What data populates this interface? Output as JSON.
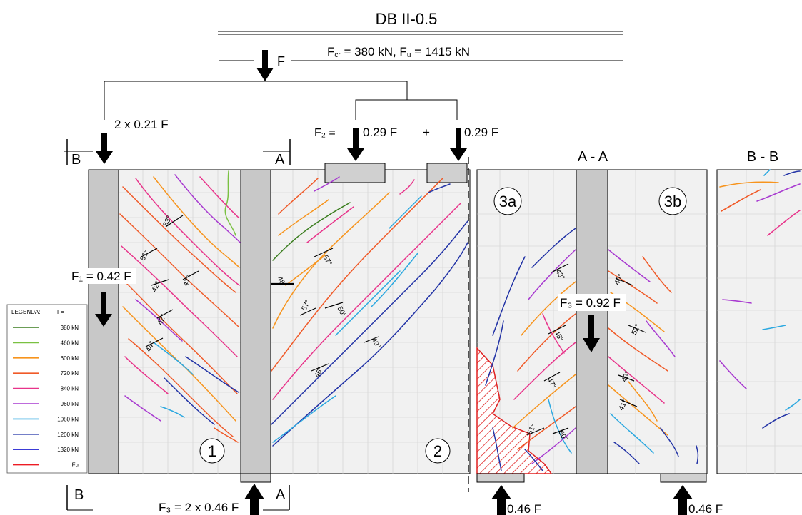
{
  "title": "DB II-0.5",
  "subtitle_parts": {
    "fcr_sym": "F",
    "fcr_sub": "cr",
    "fcr_val": " = 380 kN, ",
    "fu_sym": "F",
    "fu_sub": "u",
    "fu_val": " = 1415 kN"
  },
  "loads": {
    "F": "F",
    "f_left": "2 x 0.21 F",
    "f2_label": "F₂ =",
    "f2_a": "0.29 F",
    "plus": "+",
    "f2_b": "0.29 F",
    "f1": "F₁ = 0.42 F",
    "f3_panel": "F₃ = 0.92 F",
    "f3_bottom": "F₃ = 2 x 0.46 F",
    "r_a": "0.46 F",
    "r_b": "0.46 F"
  },
  "sections": {
    "b_top": "B",
    "a_top": "A",
    "b_bot": "B",
    "a_bot": "A",
    "aa": "A - A",
    "bb": "B - B"
  },
  "zones": [
    "1",
    "2",
    "3a",
    "3b"
  ],
  "angles": [
    "53°",
    "51°",
    "42°",
    "47°",
    "42°",
    "44°",
    "48°",
    "57°",
    "57°",
    "50°",
    "49°",
    "46°",
    "43°",
    "45°",
    "47°",
    "51°",
    "50°",
    "40°",
    "52°",
    "43°",
    "41°"
  ],
  "legend": {
    "header": "LEGENDA:",
    "header2": "F=",
    "items": [
      {
        "label": "380  kN",
        "color": "#3a7d1e"
      },
      {
        "label": "460  kN",
        "color": "#7ac142"
      },
      {
        "label": "600  kN",
        "color": "#f7941d"
      },
      {
        "label": "720  kN",
        "color": "#f05a28"
      },
      {
        "label": "840  kN",
        "color": "#e8338a"
      },
      {
        "label": "960  kN",
        "color": "#a83ad0"
      },
      {
        "label": "1080  kN",
        "color": "#2ba8e0"
      },
      {
        "label": "1200  kN",
        "color": "#2233a6"
      },
      {
        "label": "1320  kN",
        "color": "#3b3bd6"
      },
      {
        "label": "Fu",
        "color": "#ed1c24"
      }
    ]
  }
}
